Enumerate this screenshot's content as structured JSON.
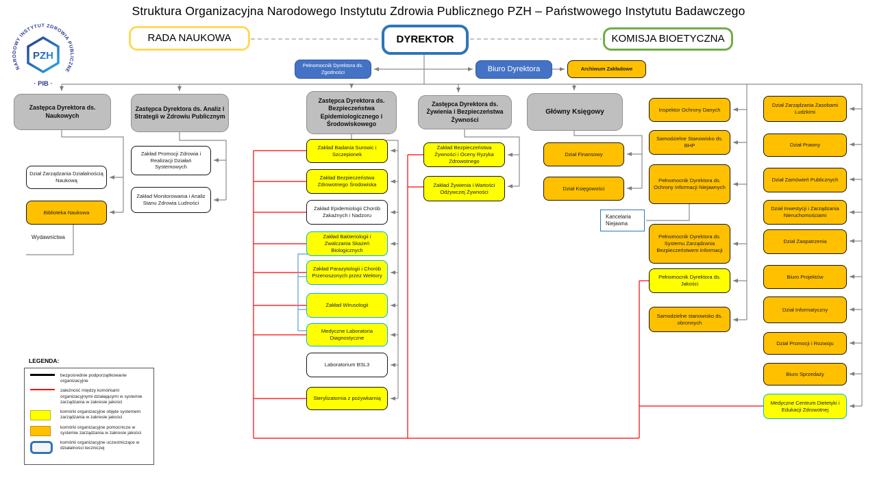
{
  "title": "Struktura Organizacyjna Narodowego Instytutu Zdrowia Publicznego PZH – Państwowego Instytutu Badawczego",
  "logo": {
    "ring_text": "NARODOWY INSTYTUT ZDROWIA PUBLICZNEGO",
    "bottom_text": "· PIB ·",
    "monogram": "PZH"
  },
  "nodes": {
    "rada": "RADA NAUKOWA",
    "dyrektor": "DYREKTOR",
    "komisja": "KOMISJA BIOETYCZNA",
    "pelnomocnik_zgodnosci": "Pełnomocnik Dyrektora ds. Zgodności",
    "biuro_dyrektora": "Biuro Dyrektora",
    "archiwum": "Archiwum Zakładowe",
    "z_naukowych": "Zastępca Dyrektora ds. Naukowych",
    "z_analiz": "Zastępca Dyrektora ds. Analiz i Strategii w Zdrowiu Publicznym",
    "z_bezp": "Zastępca Dyrektora ds. Bezpieczeństwa Epidemiologicznego i Środowiskowego",
    "z_zywienia": "Zastępca Dyrektora ds. Żywienia i Bezpieczeństwa Żywności",
    "glowny_ksiegowy": "Główny Księgowy",
    "dzial_zarzadzania_nauka": "Dział Zarządzania Działalnością Naukową",
    "biblioteka": "Biblioteka Naukowa",
    "wydawnictwa": "Wydawnictwa",
    "zaklad_promocji": "Zakład Promocji Zdrowia i Realizacji Działań Systemowych",
    "zaklad_monitorowania": "Zakład Monitorowania i Analiz Stanu Zdrowia Ludności",
    "zaklad_badania_surowic": "Zakład Badania Surowic i Szczepionek",
    "zaklad_bezp_srodowiska": "Zakład Bezpieczeństwa Zdrowotnego Środowiska",
    "zaklad_epidemiologii": "Zakład Epidemiologii Chorób Zakaźnych i Nadzoru",
    "zaklad_bakteriologii": "Zakład Bakteriologii i Zwalczania Skażeń Biologicznych",
    "zaklad_parazytologii": "Zakład Parazytologii i Chorób Przenoszonych przez Wektory",
    "zaklad_wirusologii": "Zakład Wirusologii",
    "medyczne_laboratoria": "Medyczne Laboratoria Diagnostyczne",
    "laboratorium_bsl3": "Laboratorium BSL3",
    "sterylizatornia": "Sterylizatornia z pożywkarnią",
    "zaklad_bezp_zywnosci": "Zakład Bezpieczeństwa Żywności i Oceny Ryzyka Zdrowotnego",
    "zaklad_zywienia": "Zakład Żywienia i Wartości Odżywczej Żywności",
    "dzial_finansowy": "Dział Finansowy",
    "dzial_ksiegowosci": "Dział Księgowości",
    "kancelaria": "Kancelaria Niejawna",
    "inspektor_od": "Inspektor Ochrony Danych",
    "stanowisko_bhp": "Samodzielne Stanowisko ds. BHP",
    "pelnomocnik_oin": "Pełnomocnik Dyrektora ds. Ochrony Informacji Niejawnych",
    "pelnomocnik_szbi": "Pełnomocnik Dyrektora ds. Systemu Zarządzania Bezpieczeństwem Informacji",
    "pelnomocnik_jakosci": "Pełnomocnik Dyrektora ds. Jakości",
    "stanowisko_obronne": "Samodzielne stanowisko ds. obronnych",
    "dzial_zzl": "Dział Zarządzania Zasobami Ludzkimi",
    "dzial_prawny": "Dział Prawny",
    "dzial_zamowien": "Dział Zamówień Publicznych",
    "dzial_inwestycji": "Dział Inwestycji i Zarządzania Nieruchomościami",
    "dzial_zaopatrzenia": "Dział Zaopatrzenia",
    "biuro_projektow": "Biuro Projektów",
    "dzial_informatyczny": "Dział Informatyczny",
    "dzial_promocji": "Dział Promocji i Rozwoju",
    "biuro_sprzedazy": "Biuro Sprzedaży",
    "medyczne_centrum": "Medyczne Centrum Dietetyki i Edukacji Zdrowotnej"
  },
  "legend": {
    "title": "LEGENDA:",
    "items": [
      {
        "swatch": "black-line",
        "label": "bezpośrednie podporządkowanie organizacyjne"
      },
      {
        "swatch": "red-line",
        "label": "zależność między komórkami organizacyjnymi działającymi w systemie zarządzania w zakresie jakości"
      },
      {
        "swatch": "yellow-box",
        "label": "komórki organizacyjne objęte systemem zarządzania w zakresie jakości"
      },
      {
        "swatch": "orange-box",
        "label": "komórki organizacyjne pomocnicze w systemie zarządzania w zakresie jakości"
      },
      {
        "swatch": "blue-outline-box",
        "label": "komórki  organizacyjne uczestniczące  w działalności leczniczej"
      }
    ]
  },
  "colors": {
    "yellow": "#FFFF00",
    "orange": "#FFC000",
    "gray": "#BFBFBF",
    "blue_fill": "#4472C4",
    "director_border": "#2E75B6",
    "rada_border": "#FFD95A",
    "komisja_border": "#70AD47",
    "clinical_border": "#00B0F0",
    "red_line": "#FF0000"
  }
}
